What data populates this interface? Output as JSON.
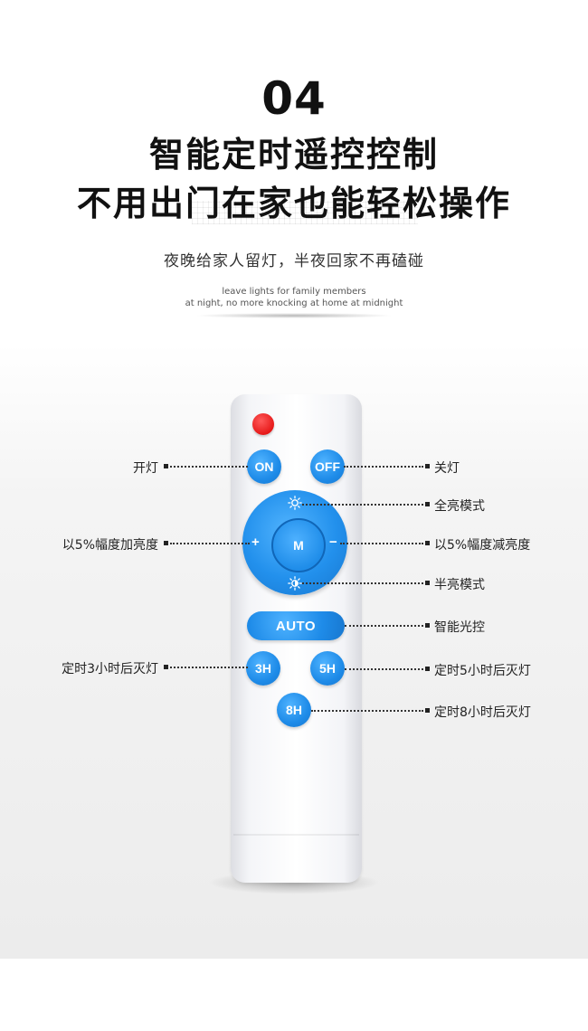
{
  "header": {
    "number": "04",
    "title_line1": "智能定时遥控控制",
    "title_line2": "不用出门在家也能轻松操作",
    "subtitle": "夜晚给家人留灯，半夜回家不再磕碰",
    "english_line1": "leave lights for family members",
    "english_line2": "at night, no more knocking at home at midnight"
  },
  "remote": {
    "buttons": {
      "on": "ON",
      "off": "OFF",
      "center": "M",
      "plus": "+",
      "minus": "−",
      "auto": "AUTO",
      "h3": "3H",
      "h5": "5H",
      "h8": "8H"
    },
    "icons": {
      "top": "sun-full-icon",
      "bottom": "sun-half-icon"
    },
    "colors": {
      "button_blue": "#1e8be8",
      "power_red": "#e61919"
    }
  },
  "labels": {
    "on": "开灯",
    "off": "关灯",
    "full_bright": "全亮模式",
    "increase": "以5%幅度加亮度",
    "decrease": "以5%幅度减亮度",
    "half_bright": "半亮模式",
    "auto": "智能光控",
    "timer3": "定时3小时后灭灯",
    "timer5": "定时5小时后灭灯",
    "timer8": "定时8小时后灭灯"
  }
}
